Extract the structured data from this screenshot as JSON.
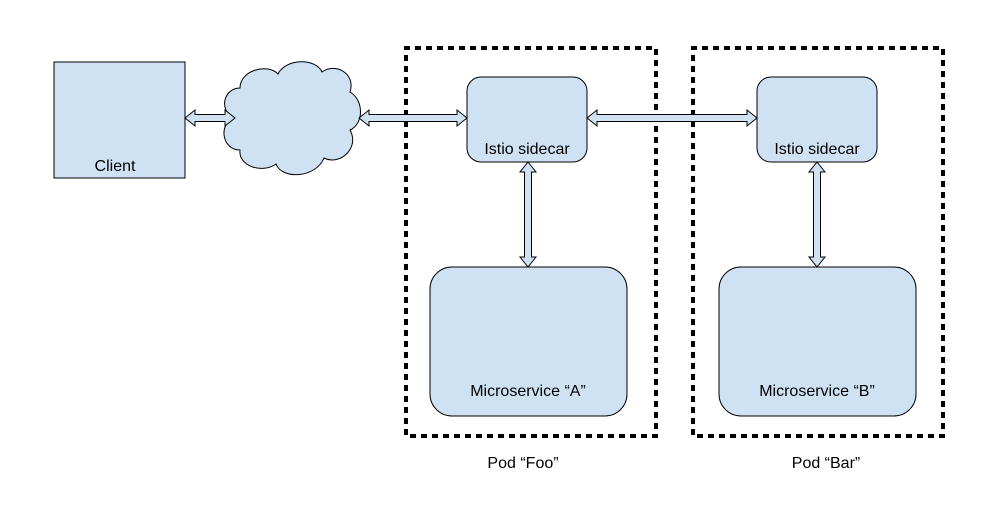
{
  "colors": {
    "box_fill": "#cfe2f3",
    "stroke": "#000000",
    "background": "#ffffff"
  },
  "nodes": {
    "client": "Client",
    "sidecar_foo": "Istio sidecar",
    "sidecar_bar": "Istio sidecar",
    "microservice_a": "Microservice “A”",
    "microservice_b": "Microservice “B”"
  },
  "pods": {
    "foo": "Pod “Foo”",
    "bar": "Pod “Bar”"
  },
  "icons": {
    "network": "cloud-icon",
    "connection": "double-arrow-icon"
  }
}
